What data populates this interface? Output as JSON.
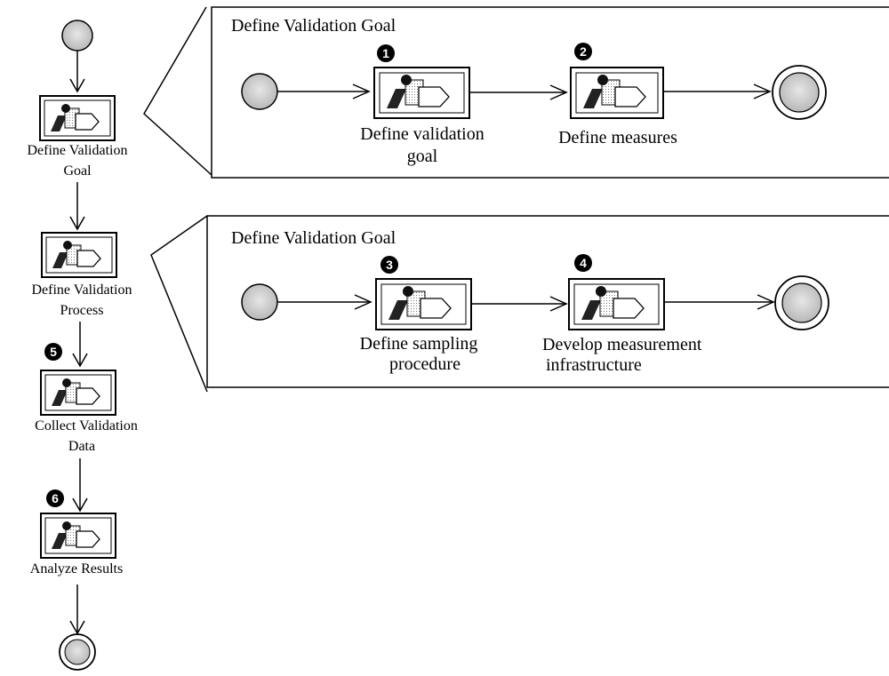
{
  "main_flow": {
    "activities": [
      {
        "label_lines": [
          "Define Validation",
          "Goal"
        ],
        "step": ""
      },
      {
        "label_lines": [
          "Define Validation",
          "Process"
        ],
        "step": ""
      },
      {
        "label_lines": [
          "Collect Validation",
          "Data"
        ],
        "step": "5"
      },
      {
        "label_lines": [
          "Analyze Results"
        ],
        "step": "6"
      }
    ]
  },
  "subprocesses": [
    {
      "title": "Define Validation Goal",
      "activities": [
        {
          "label_lines": [
            "Define validation",
            "goal"
          ],
          "step": "1"
        },
        {
          "label_lines": [
            "Define measures"
          ],
          "step": "2"
        }
      ]
    },
    {
      "title": "Define Validation Goal",
      "activities": [
        {
          "label_lines": [
            "Define sampling",
            "procedure"
          ],
          "step": "3"
        },
        {
          "label_lines": [
            "Develop measurement",
            "infrastructure"
          ],
          "step": "4"
        }
      ]
    }
  ]
}
